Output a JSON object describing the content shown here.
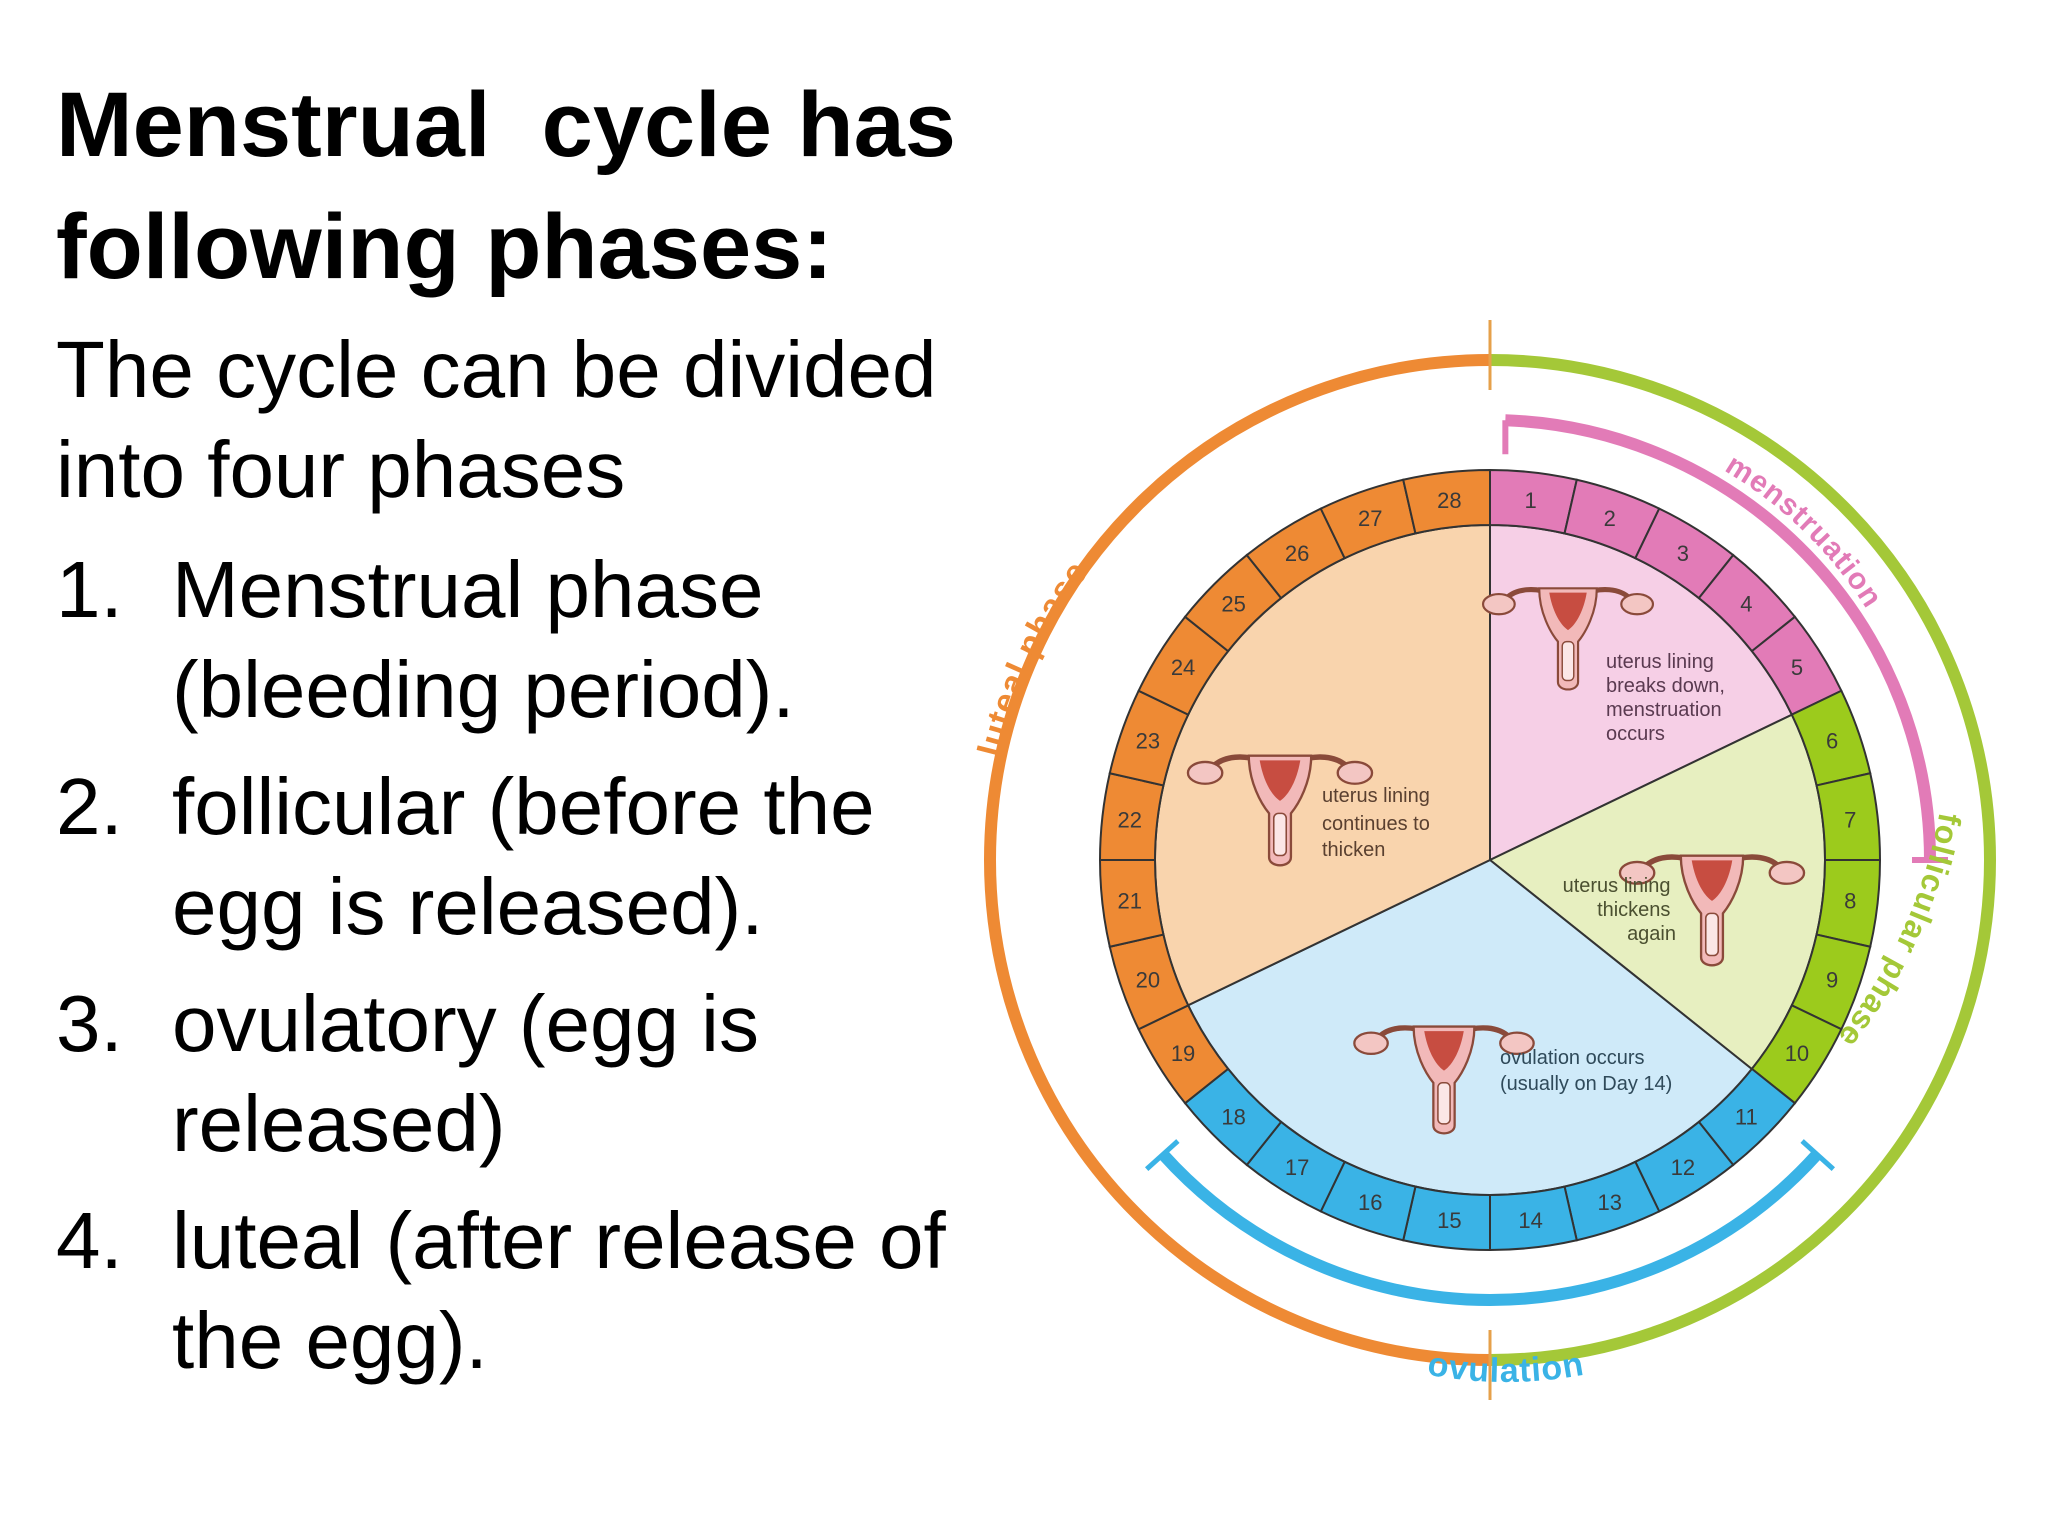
{
  "slide": {
    "title_lines": [
      "Menstrual  cycle has",
      "following phases:"
    ],
    "intro_lines": [
      "The cycle can be divided",
      "into four phases"
    ],
    "phases": [
      {
        "number": "1.",
        "lines": [
          "Menstrual phase",
          "(bleeding period)."
        ]
      },
      {
        "number": "2.",
        "lines": [
          "follicular (before the",
          "egg is released)."
        ]
      },
      {
        "number": "3.",
        "lines": [
          "ovulatory (egg is",
          "released)"
        ]
      },
      {
        "number": "4.",
        "lines": [
          "luteal (after release of",
          "the egg)."
        ]
      }
    ]
  },
  "diagram": {
    "days": [
      "1",
      "2",
      "3",
      "4",
      "5",
      "6",
      "7",
      "8",
      "9",
      "10",
      "11",
      "12",
      "13",
      "14",
      "15",
      "16",
      "17",
      "18",
      "19",
      "20",
      "21",
      "22",
      "23",
      "24",
      "25",
      "26",
      "27",
      "28"
    ],
    "outer_labels": {
      "luteal": "luteal phase",
      "follicular": "follicular phase",
      "menstruation": "menstruation",
      "ovulation": "ovulation"
    },
    "sectors": {
      "menstrual": [
        "uterus lining",
        "breaks down,",
        "menstruation",
        "occurs"
      ],
      "follicular": [
        "uterus lining",
        "thickens",
        "again"
      ],
      "ovulation": [
        "ovulation occurs",
        "(usually on Day 14)"
      ],
      "luteal": [
        "uterus lining",
        "continues to",
        "thicken"
      ]
    },
    "colors": {
      "menstrual_ring": "#e27bb7",
      "menstrual_fill": "#f6cfe6",
      "follicular_ring": "#9ccb1c",
      "follicular_fill": "#e7efc0",
      "ovulation_ring": "#3ab3e6",
      "ovulation_fill": "#cfeaf9",
      "luteal_ring": "#ee8a34",
      "luteal_fill": "#f9d4ad",
      "outer_luteal": "#ee8a34",
      "outer_follicular": "#a4c838"
    }
  }
}
